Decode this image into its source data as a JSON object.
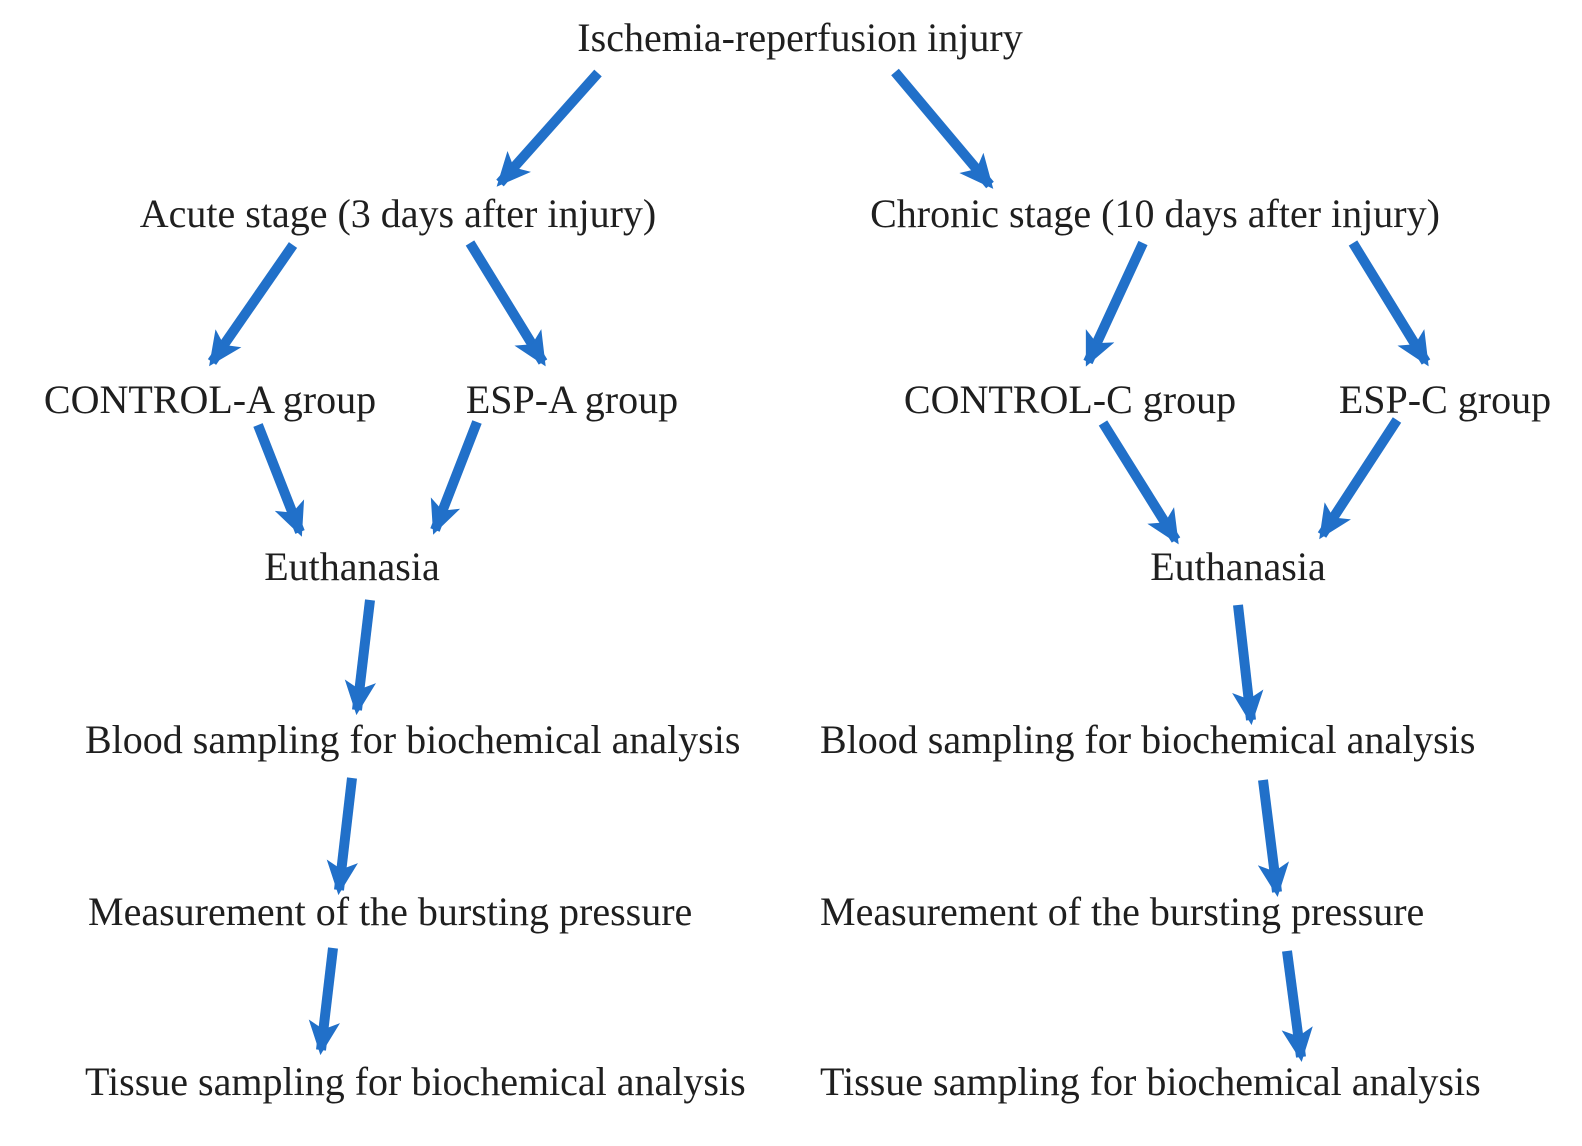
{
  "diagram": {
    "title": "Ischemia-reperfusion injury",
    "nodes": {
      "injury": "Ischemia-reperfusion injury",
      "acute_stage": "Acute stage (3 days after injury)",
      "chronic_stage": "Chronic stage (10 days after injury)",
      "control_a": "CONTROL-A group",
      "esp_a": "ESP-A group",
      "control_c": "CONTROL-C group",
      "esp_c": "ESP-C group",
      "euthanasia_acute": "Euthanasia",
      "euthanasia_chronic": "Euthanasia",
      "blood_acute": "Blood sampling for biochemical analysis",
      "blood_chronic": "Blood sampling for biochemical analysis",
      "pressure_acute": "Measurement of the bursting pressure",
      "pressure_chronic": "Measurement of the bursting pressure",
      "tissue_acute": "Tissue sampling for biochemical analysis",
      "tissue_chronic": "Tissue sampling for biochemical analysis"
    },
    "edges": [
      "injury->acute_stage",
      "injury->chronic_stage",
      "acute_stage->control_a",
      "acute_stage->esp_a",
      "chronic_stage->control_c",
      "chronic_stage->esp_c",
      "control_a->euthanasia_acute",
      "esp_a->euthanasia_acute",
      "control_c->euthanasia_chronic",
      "esp_c->euthanasia_chronic",
      "euthanasia_acute->blood_acute",
      "blood_acute->pressure_acute",
      "pressure_acute->tissue_acute",
      "euthanasia_chronic->blood_chronic",
      "blood_chronic->pressure_chronic",
      "pressure_chronic->tissue_chronic"
    ],
    "colors": {
      "arrow": "#2170c9",
      "text": "#1f1f1f",
      "background": "#ffffff"
    }
  }
}
